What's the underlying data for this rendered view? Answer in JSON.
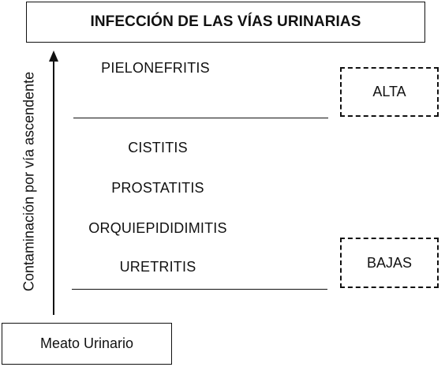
{
  "title": "INFECCIÓN DE LAS VÍAS URINARIAS",
  "side_label": "Contaminación por vía ascendente",
  "bottom_label": "Meato Urinario",
  "levels": {
    "alta": "ALTA",
    "bajas": "BAJAS"
  },
  "conditions": {
    "pielonefritis": "PIELONEFRITIS",
    "cistitis": "CISTITIS",
    "prostatitis": "PROSTATITIS",
    "orquiepididimitis": "ORQUIEPIDIDIMITIS",
    "uretritis": "URETRITIS"
  },
  "colors": {
    "ink": "#111111",
    "background": "#ffffff"
  }
}
